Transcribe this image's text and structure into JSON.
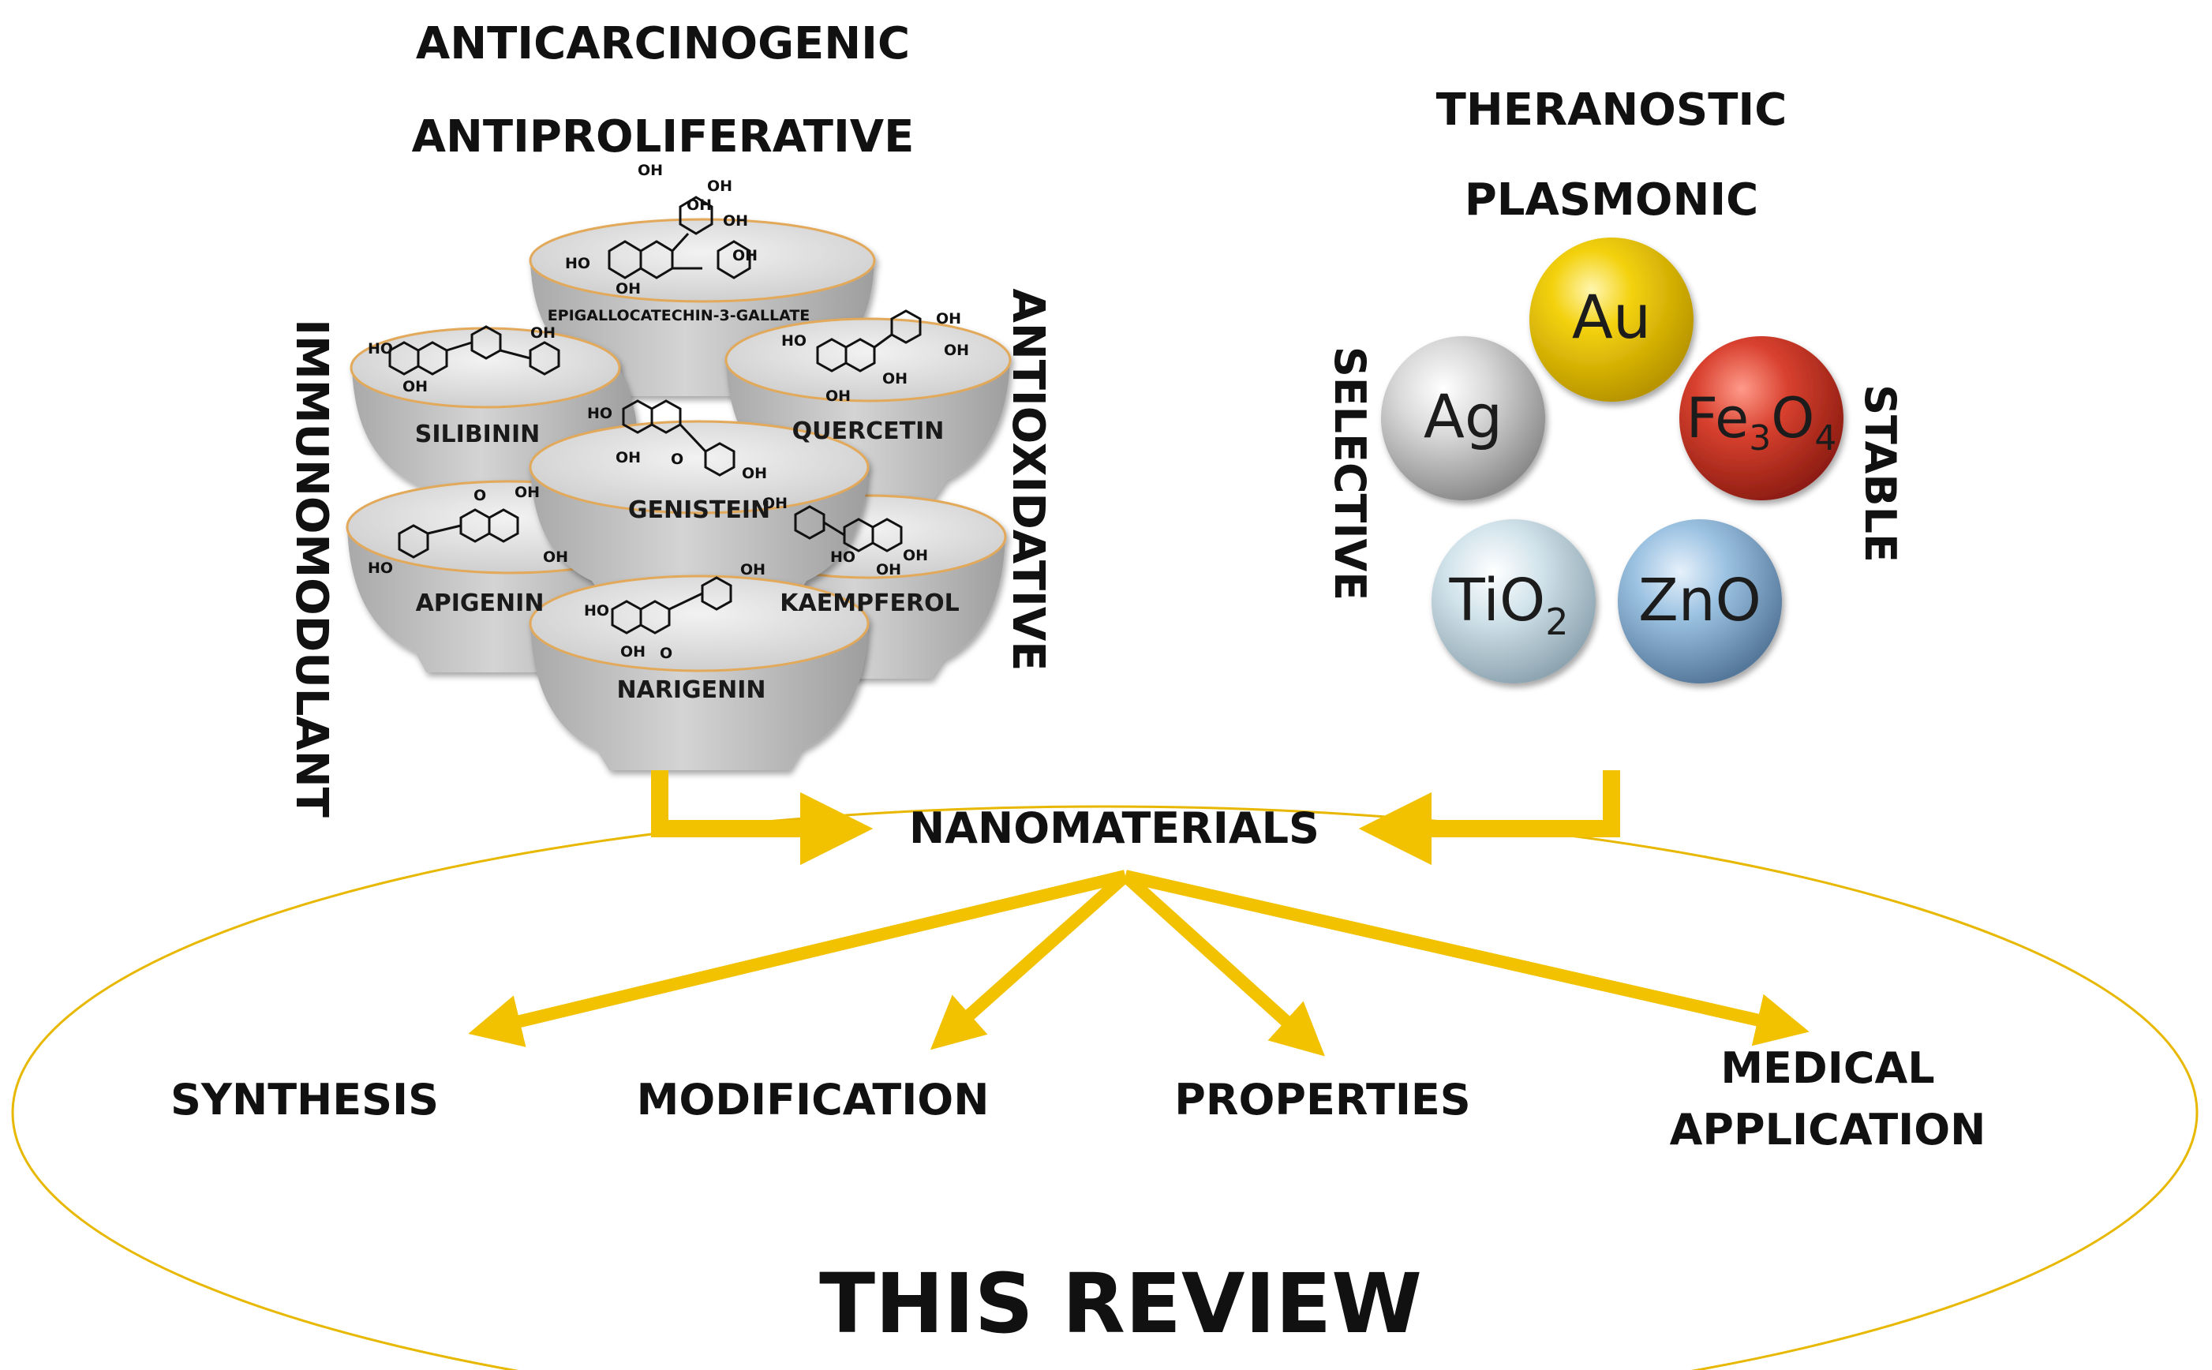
{
  "top_labels": {
    "anticarcinogenic": "ANTICARCINOGENIC",
    "antiproliferative": "ANTIPROLIFERATIVE",
    "immunomodulant": "IMMUNOMODULANT",
    "antioxidative": "ANTIOXIDATIVE",
    "theranostic": "THERANOSTIC",
    "plasmonic": "PLASMONIC",
    "selective": "SELECTIVE",
    "stable": "STABLE"
  },
  "compounds": {
    "egcg": "EPIGALLOCATECHIN-3-GALLATE",
    "silibinin": "SILIBININ",
    "quercetin": "QUERCETIN",
    "genistein": "GENISTEIN",
    "apigenin": "APIGENIN",
    "kaempferol": "KAEMPFEROL",
    "narigenin": "NARIGENIN"
  },
  "chem_groups": {
    "oh": "OH",
    "ho": "HO",
    "o": "O"
  },
  "nanoparticles": {
    "au": "Au",
    "ag": "Ag",
    "fe": "Fe",
    "fe_sub3": "3",
    "o": "O",
    "fe_sub4": "4",
    "ti": "TiO",
    "ti_sub": "2",
    "zno": "ZnO"
  },
  "flow": {
    "center": "NANOMATERIALS",
    "synthesis": "SYNTHESIS",
    "modification": "MODIFICATION",
    "properties": "PROPERTIES",
    "medical_1": "MEDICAL",
    "medical_2": "APPLICATION",
    "footer": "THIS REVIEW"
  },
  "colors": {
    "arrow": "#f2c200",
    "ellipse": "#e8b800",
    "bowl": "#bdbdbd",
    "bowl_rim": "#e3a95a",
    "au": "#f2cd0a",
    "ag": "#d8d8d8",
    "fe3o4": "#d8402f",
    "tio2": "#cde0ea",
    "zno": "#93bbdd"
  }
}
